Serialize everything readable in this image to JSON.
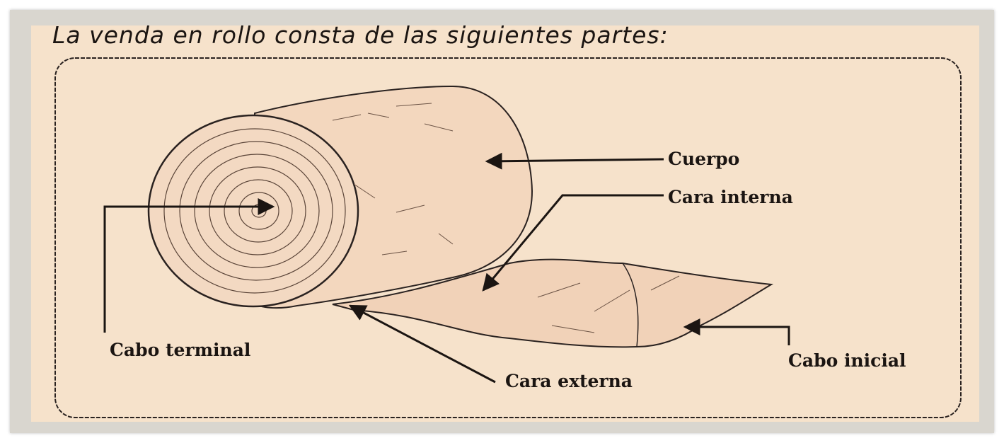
{
  "title": "La venda en rollo consta de las siguientes partes:",
  "labels": {
    "cuerpo": "Cuerpo",
    "cara_interna": "Cara interna",
    "cabo_terminal": "Cabo terminal",
    "cara_externa": "Cara externa",
    "cabo_inicial": "Cabo inicial"
  },
  "colors": {
    "paper": "#f6e2cb",
    "ink": "#1b1512",
    "frame": "#d9d6cf"
  }
}
